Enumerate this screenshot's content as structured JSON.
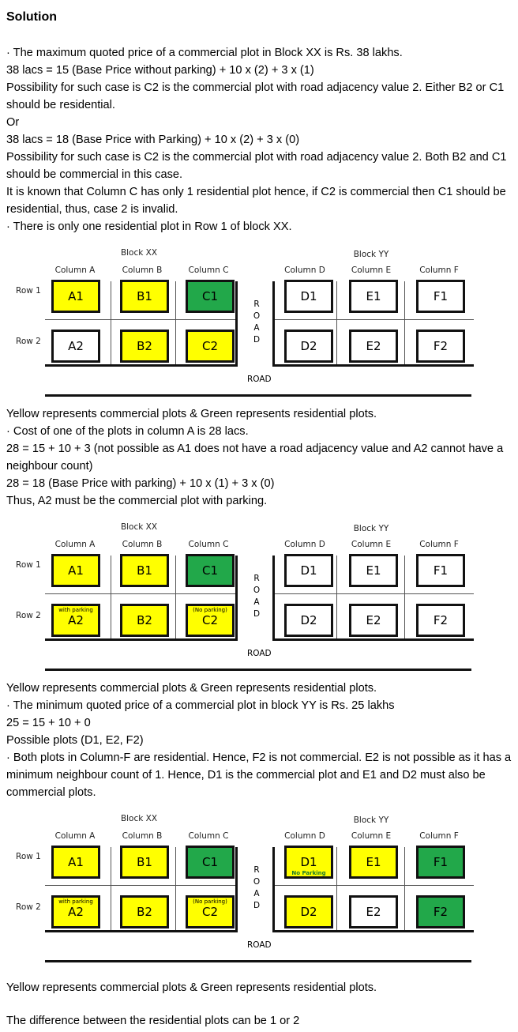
{
  "title": "Solution",
  "p1": [
    "· The maximum quoted price of a commercial plot in Block XX is Rs. 38 lakhs.",
    "38 lacs = 15 (Base Price without parking) + 10 x (2) + 3 x (1)",
    "Possibility for such case is C2 is the commercial plot with road adjacency value 2. Either B2 or C1 should be residential.",
    "Or",
    "38 lacs = 18 (Base Price with Parking) + 10 x (2) + 3 x (0)",
    "Possibility for such case is C2 is the commercial plot with road adjacency value 2. Both B2 and C1 should be commercial in this case.",
    "It is known that Column C has only 1 residential plot hence, if C2 is commercial then C1 should be residential, thus, case 2 is invalid.",
    "· There is only one residential plot in Row 1 of block XX."
  ],
  "p2": [
    "Yellow represents commercial plots & Green represents residential plots.",
    "· Cost of one of the plots in column A is 28 lacs.",
    "28 = 15 + 10 + 3 (not possible as A1 does not have a road adjacency value and A2 cannot have a neighbour count)",
    "28 = 18 (Base Price with parking) + 10 x (1) + 3 x (0)",
    "Thus, A2 must be the commercial plot with parking."
  ],
  "p3": [
    "Yellow represents commercial plots & Green represents residential plots.",
    "· The minimum quoted price of a commercial plot in block YY is Rs. 25 lakhs",
    "25 = 15 + 10 + 0",
    "Possible plots (D1, E2, F2)",
    "· Both plots in Column-F are residential. Hence, F2 is not commercial. E2 is not possible as it has a minimum neighbour count of 1. Hence, D1 is the commercial plot and E1 and D2 must also be commercial plots."
  ],
  "p4": [
    "Yellow represents commercial plots & Green represents residential plots."
  ],
  "p5": [
    "The difference between the residential plots can be 1 or 2"
  ],
  "colors": {
    "yellow": "#ffff00",
    "green": "#22a84a",
    "white": "#ffffff"
  },
  "diagram_labels": {
    "block_xx": "Block XX",
    "block_yy": "Block YY",
    "columns": [
      "Column A",
      "Column B",
      "Column C",
      "Column D",
      "Column E",
      "Column F"
    ],
    "rows": [
      "Row 1",
      "Row 2"
    ],
    "road": "ROAD",
    "road_letters": [
      "R",
      "O",
      "A",
      "D"
    ]
  },
  "diagrams": [
    {
      "cells": [
        {
          "id": "A1",
          "color": "yellow"
        },
        {
          "id": "B1",
          "color": "yellow"
        },
        {
          "id": "C1",
          "color": "green"
        },
        {
          "id": "D1",
          "color": "white"
        },
        {
          "id": "E1",
          "color": "white"
        },
        {
          "id": "F1",
          "color": "white"
        },
        {
          "id": "A2",
          "color": "white"
        },
        {
          "id": "B2",
          "color": "yellow"
        },
        {
          "id": "C2",
          "color": "yellow"
        },
        {
          "id": "D2",
          "color": "white"
        },
        {
          "id": "E2",
          "color": "white"
        },
        {
          "id": "F2",
          "color": "white"
        }
      ]
    },
    {
      "cells": [
        {
          "id": "A1",
          "color": "yellow"
        },
        {
          "id": "B1",
          "color": "yellow"
        },
        {
          "id": "C1",
          "color": "green"
        },
        {
          "id": "D1",
          "color": "white"
        },
        {
          "id": "E1",
          "color": "white"
        },
        {
          "id": "F1",
          "color": "white"
        },
        {
          "id": "A2",
          "color": "yellow",
          "note": "with parking"
        },
        {
          "id": "B2",
          "color": "yellow"
        },
        {
          "id": "C2",
          "color": "yellow",
          "note": "(No parking)"
        },
        {
          "id": "D2",
          "color": "white"
        },
        {
          "id": "E2",
          "color": "white"
        },
        {
          "id": "F2",
          "color": "white"
        }
      ]
    },
    {
      "cells": [
        {
          "id": "A1",
          "color": "yellow"
        },
        {
          "id": "B1",
          "color": "yellow"
        },
        {
          "id": "C1",
          "color": "green"
        },
        {
          "id": "D1",
          "color": "yellow",
          "note_bottom": "No Parking"
        },
        {
          "id": "E1",
          "color": "yellow"
        },
        {
          "id": "F1",
          "color": "green"
        },
        {
          "id": "A2",
          "color": "yellow",
          "note": "with parking"
        },
        {
          "id": "B2",
          "color": "yellow"
        },
        {
          "id": "C2",
          "color": "yellow",
          "note": "(No parking)"
        },
        {
          "id": "D2",
          "color": "yellow"
        },
        {
          "id": "E2",
          "color": "white"
        },
        {
          "id": "F2",
          "color": "green"
        }
      ]
    }
  ]
}
